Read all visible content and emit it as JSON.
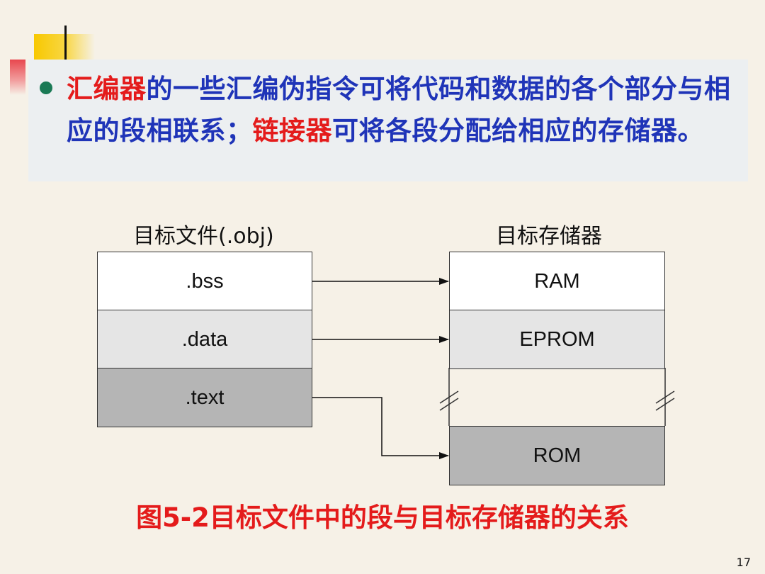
{
  "bullet": {
    "part1": "汇编器",
    "part2": "的一些汇编伪指令可将代码和数据的各个部分与相应的段相联系；",
    "part3": "链接器",
    "part4": "可将各段分配给相应的存储器。"
  },
  "diagram": {
    "left_title": "目标文件(.obj)",
    "right_title": "目标存储器",
    "sections": [
      ".bss",
      ".data",
      ".text"
    ],
    "memory": [
      "RAM",
      "EPROM",
      "ROM"
    ]
  },
  "caption": "图5-2目标文件中的段与目标存储器的关系",
  "page_number": "17",
  "colors": {
    "blue_text": "#1f34b8",
    "red_text": "#e41b1b",
    "bullet": "#1a7a55"
  }
}
